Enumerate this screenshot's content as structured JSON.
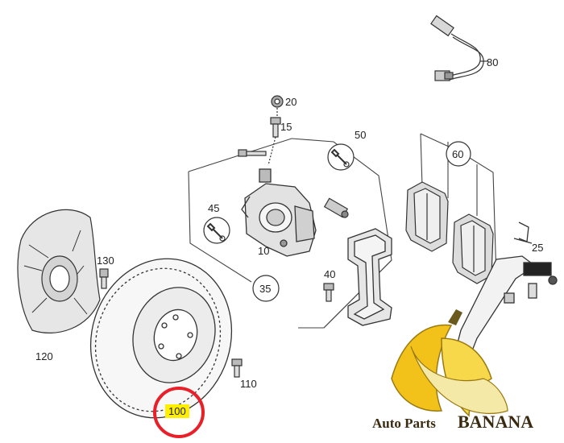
{
  "parts": {
    "p10": "10",
    "p15": "15",
    "p20": "20",
    "p25": "25",
    "p35": "35",
    "p40": "40",
    "p45": "45",
    "p50": "50",
    "p60": "60",
    "p80": "80",
    "p100": "100",
    "p110": "110",
    "p120": "120",
    "p130": "130"
  },
  "highlight_part": "100",
  "brand": {
    "word1": "Auto Parts",
    "word2": "BANANA"
  },
  "colors": {
    "line": "#333333",
    "highlight": "#ffee00",
    "ring": "#e8202a",
    "banana": "#f2c21b"
  },
  "icons": [
    "wrench-icon",
    "banana-logo"
  ]
}
